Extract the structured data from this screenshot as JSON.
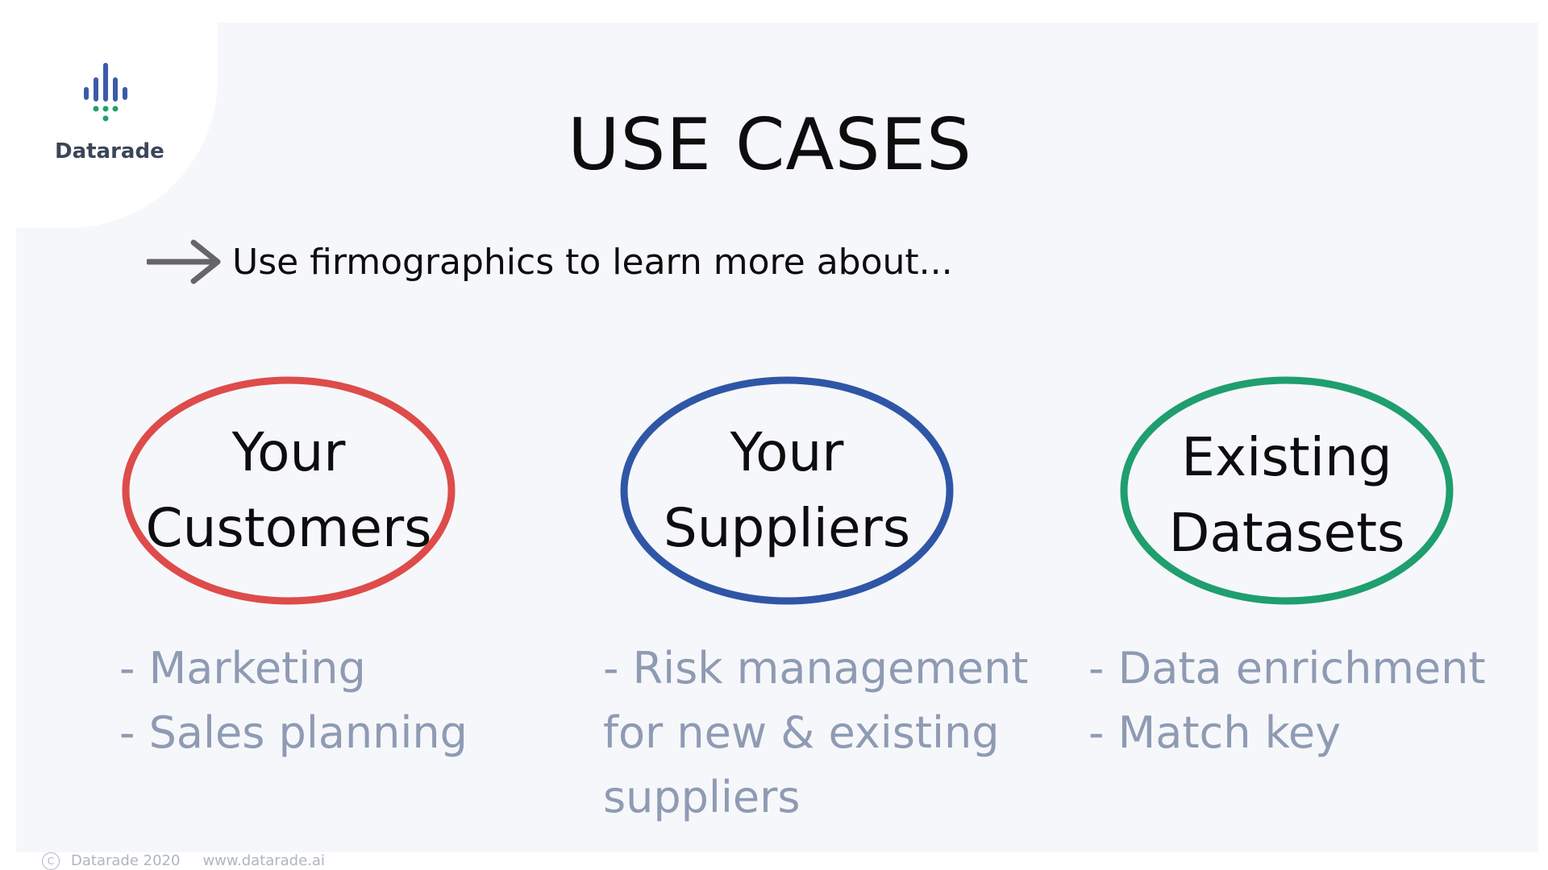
{
  "brand": {
    "name": "Datarade",
    "logo_icon": "datarade-logo-icon",
    "colors": {
      "bars": "#3b5ba9",
      "dots": "#22a06b"
    }
  },
  "slide": {
    "title": "USE CASES",
    "intro": "Use firmographics to learn more about...",
    "arrow_icon": "arrow-right-icon"
  },
  "cards": [
    {
      "label_line1": "Your",
      "label_line2": "Customers",
      "color": "#de4b4b",
      "bullets": [
        "- Marketing",
        "- Sales planning"
      ]
    },
    {
      "label_line1": "Your",
      "label_line2": "Suppliers",
      "color": "#2f56a6",
      "bullets": [
        "- Risk management",
        "for new & existing",
        "suppliers"
      ]
    },
    {
      "label_line1": "Existing",
      "label_line2": "Datasets",
      "color": "#1f9e6e",
      "bullets": [
        "- Data enrichment",
        "- Match key"
      ]
    }
  ],
  "footer": {
    "copyright_symbol": "C",
    "company_year": "Datarade 2020",
    "website": "www.datarade.ai"
  }
}
